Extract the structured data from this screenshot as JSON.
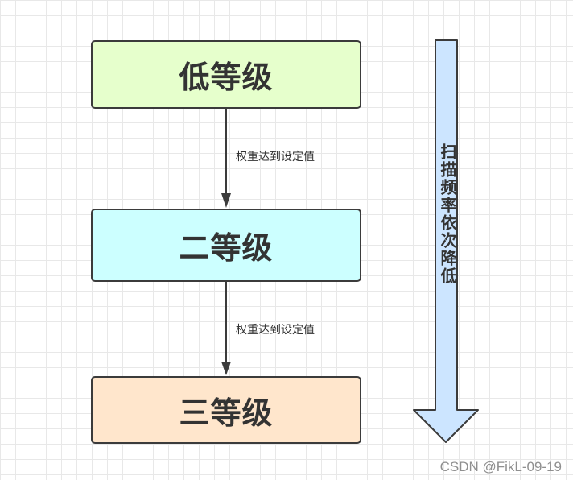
{
  "levels": [
    {
      "label": "低等级",
      "fill": "#e6ffcc"
    },
    {
      "label": "二等级",
      "fill": "#ccffff"
    },
    {
      "label": "三等级",
      "fill": "#ffe6cc"
    }
  ],
  "edges": [
    {
      "label": "权重达到设定值"
    },
    {
      "label": "权重达到设定值"
    }
  ],
  "side_arrow": {
    "label": "扫描频率依次降低",
    "fill": "#cce5ff"
  },
  "watermark": "CSDN @FikL-09-19",
  "colors": {
    "stroke": "#3b3b3b",
    "text": "#333333",
    "grid": "#e8e8e8"
  }
}
